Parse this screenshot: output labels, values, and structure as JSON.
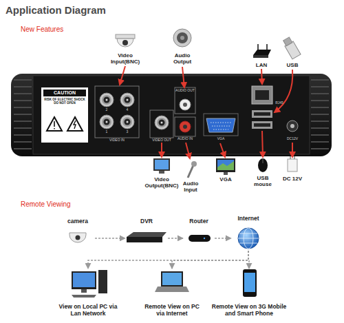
{
  "diagram": {
    "title": "Application Diagram",
    "nodes": [
      {
        "text": [
          "camera"
        ]
      },
      {
        "text": [
          "DVR"
        ]
      },
      {
        "text": [
          "Router"
        ]
      },
      {
        "text": [
          "Internet"
        ]
      },
      {
        "text": [
          "View on Local PC via Lan Network"
        ]
      },
      {
        "text": [
          "Remote View on PC via Internet"
        ]
      },
      {
        "text": [
          "Remote View on 3G Mobile and Smart Phone"
        ]
      }
    ],
    "edges": [
      {
        "from": 0,
        "to": 1,
        "arrow": "to"
      },
      {
        "from": 1,
        "to": 2,
        "arrow": "to"
      },
      {
        "from": 2,
        "to": 3,
        "arrow": "to"
      },
      {
        "from": 3,
        "to": 4,
        "arrow": "to"
      },
      {
        "from": 3,
        "to": 5,
        "arrow": "to"
      },
      {
        "from": 3,
        "to": 6,
        "arrow": "to"
      }
    ],
    "labels": [
      "New Features",
      "Video Input(BNC)",
      "Audio Output",
      "LAN",
      "USB",
      "CAUTION",
      "RISK OF ELECTRIC SHOCK DO NOT OPEN",
      "2",
      "4",
      "1",
      "3",
      "VIDEO IN",
      "VIDEO OUT",
      "AUDIO OUT",
      "AUDIO IN",
      "VGA",
      "RJ45",
      "DC12V",
      "Video Output(BNC)",
      "Audio Input",
      "VGA",
      "USB mouse",
      "DC 12V",
      "Remote Viewing"
    ]
  }
}
